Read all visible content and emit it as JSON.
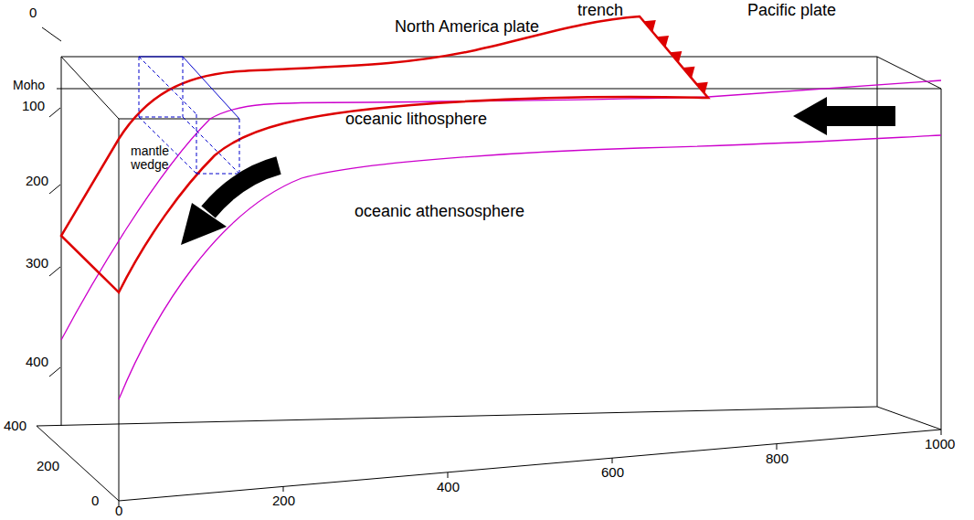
{
  "diagram": {
    "labels": [
      "North America plate",
      "trench",
      "Pacific plate",
      "0",
      "Moho",
      "100",
      "200",
      "300",
      "400",
      "mantle wedge",
      "oceanic lithosphere",
      "oceanic athensosphere",
      "400",
      "200",
      "0",
      "0",
      "200",
      "400",
      "600",
      "800",
      "1000"
    ]
  }
}
